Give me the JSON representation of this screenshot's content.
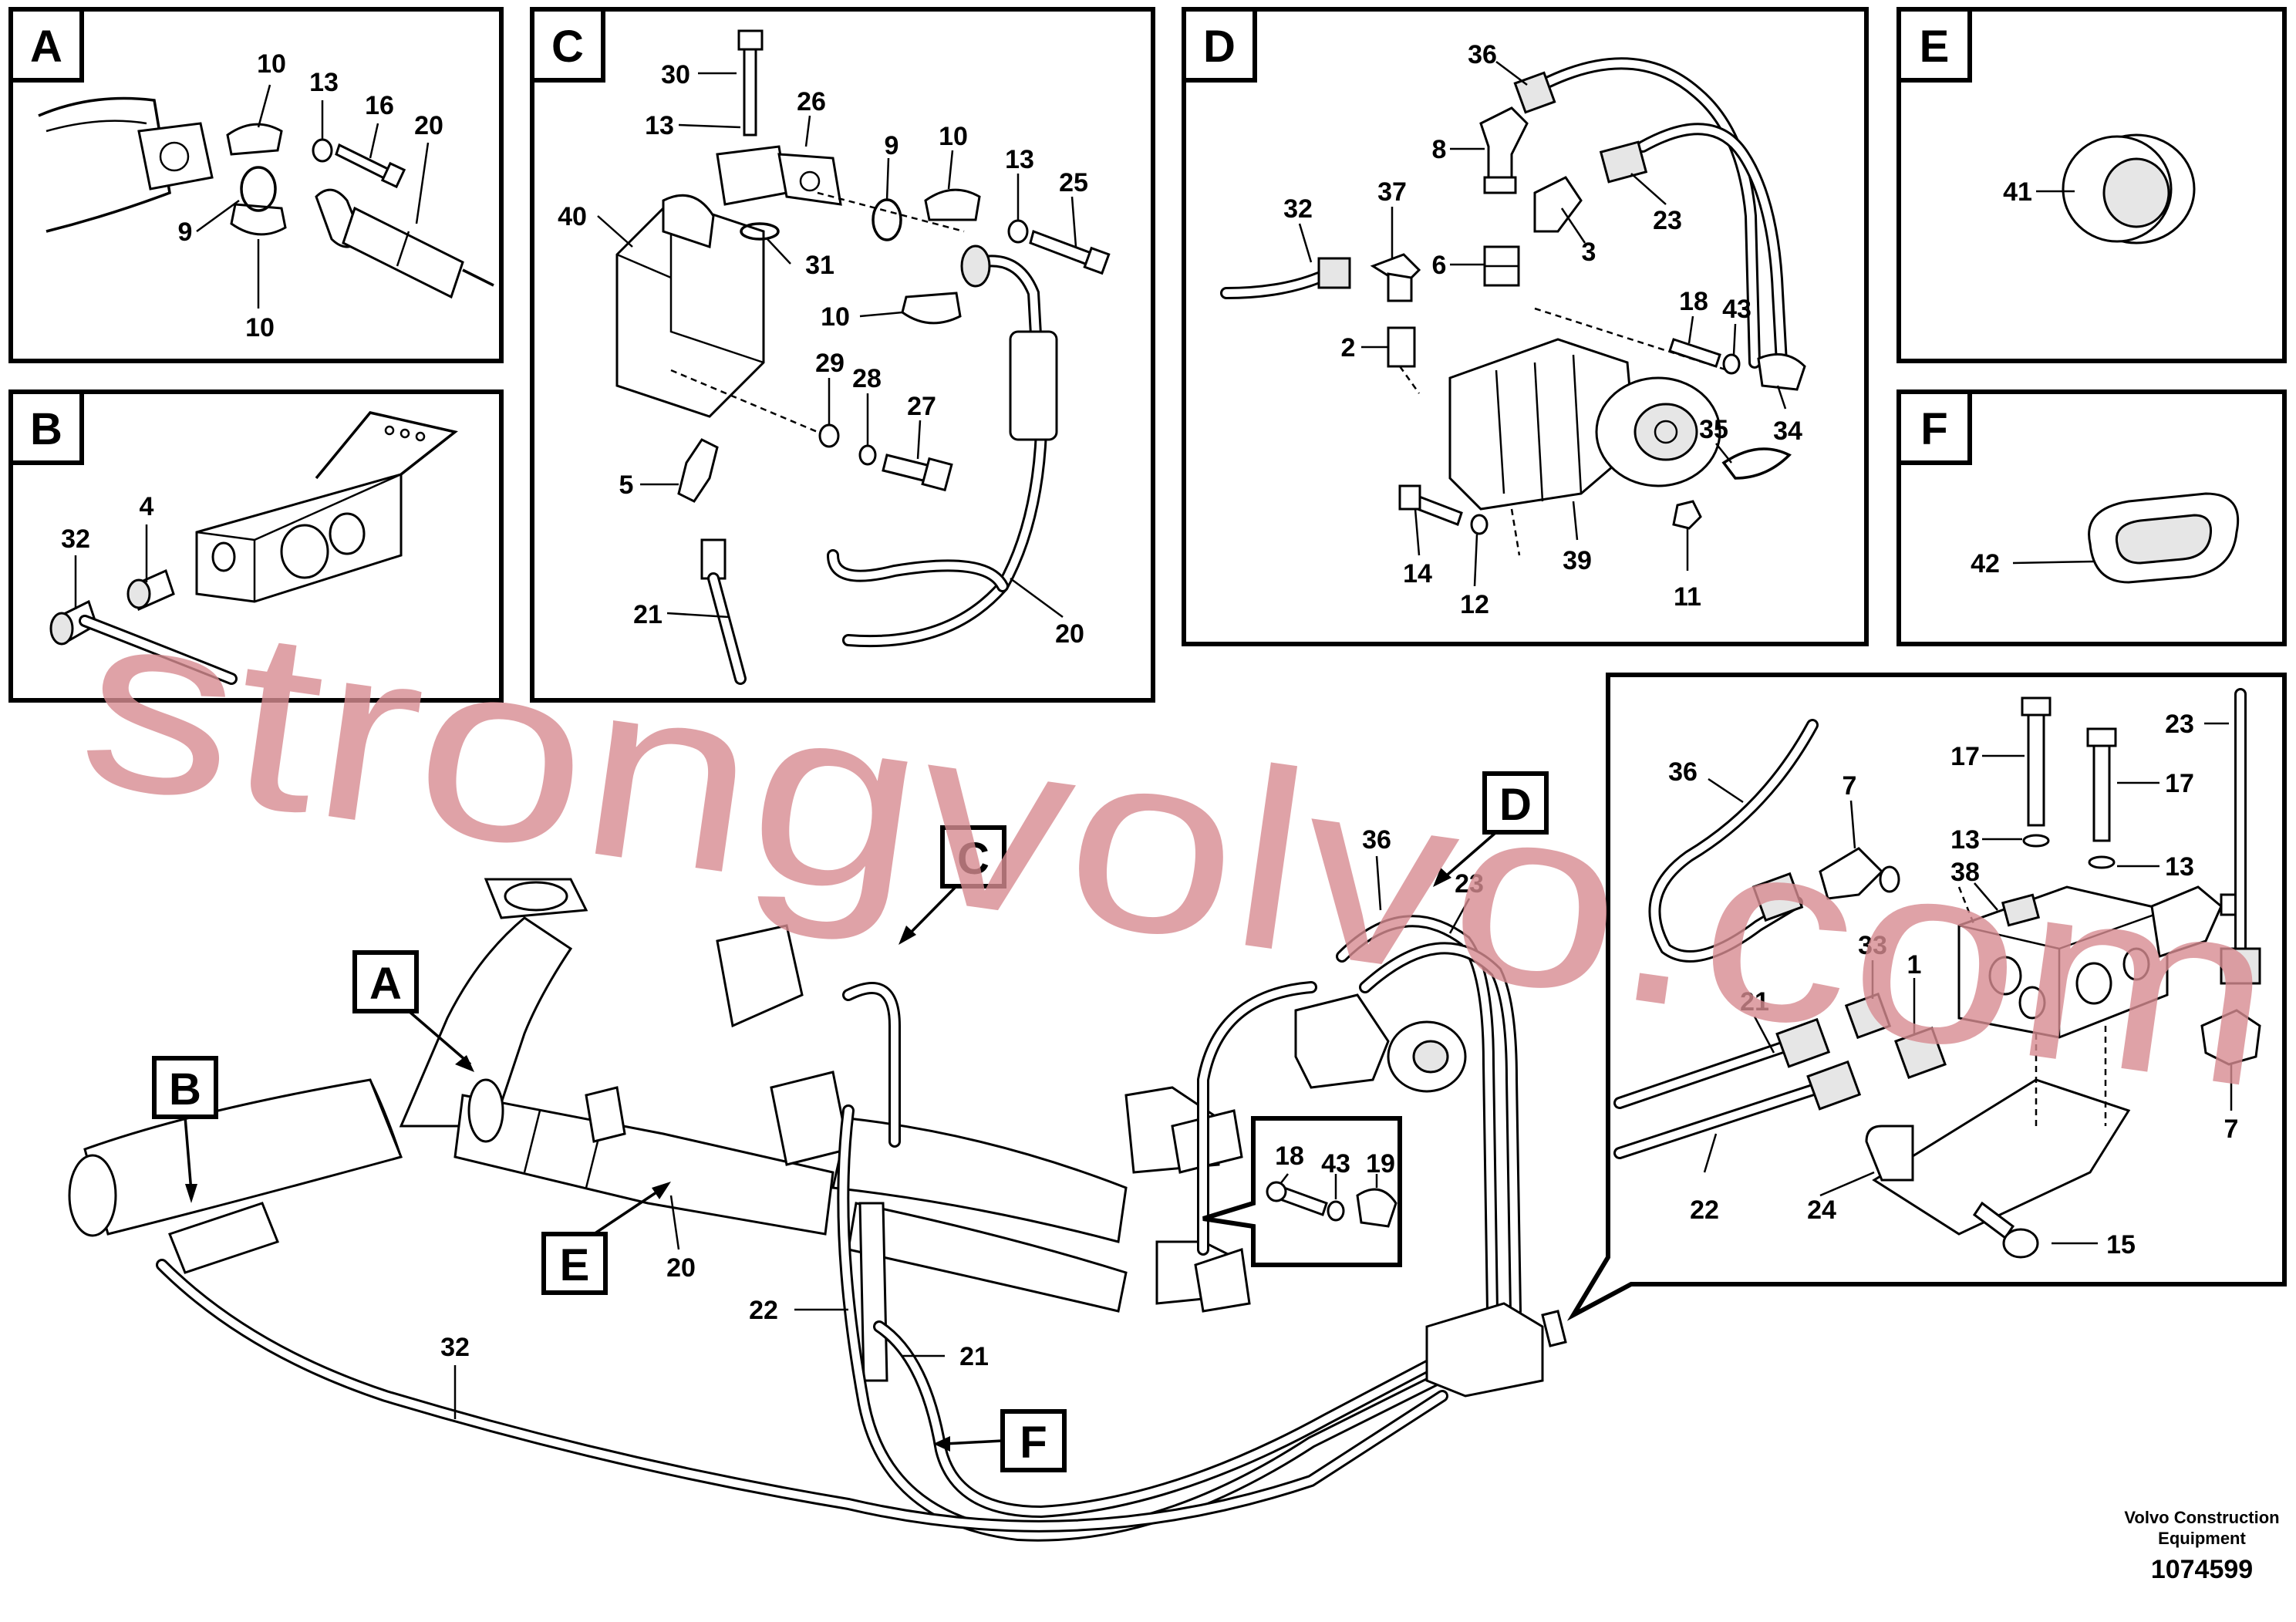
{
  "panels": {
    "A": {
      "tag": "A",
      "labels": {
        "p10a": "10",
        "p13": "13",
        "p16": "16",
        "p20": "20",
        "p9": "9",
        "p10b": "10"
      }
    },
    "B": {
      "tag": "B",
      "labels": {
        "p32": "32",
        "p4": "4"
      }
    },
    "C": {
      "tag": "C",
      "labels": {
        "p30": "30",
        "p13a": "13",
        "p26": "26",
        "p9": "9",
        "p10a": "10",
        "p13b": "13",
        "p25": "25",
        "p40": "40",
        "p31": "31",
        "p10b": "10",
        "p29": "29",
        "p28": "28",
        "p27": "27",
        "p5": "5",
        "p21": "21",
        "p20": "20"
      }
    },
    "D": {
      "tag": "D",
      "labels": {
        "p36": "36",
        "p8": "8",
        "p32": "32",
        "p37": "37",
        "p3": "3",
        "p23": "23",
        "p6": "6",
        "p2": "2",
        "p18": "18",
        "p43": "43",
        "p35": "35",
        "p34": "34",
        "p14": "14",
        "p12": "12",
        "p39": "39",
        "p11": "11"
      }
    },
    "E": {
      "tag": "E",
      "labels": {
        "p41": "41"
      }
    },
    "F": {
      "tag": "F",
      "labels": {
        "p42": "42"
      }
    },
    "detail": {
      "labels": {
        "p36": "36",
        "p7a": "7",
        "p17a": "17",
        "p17b": "17",
        "p23": "23",
        "p13a": "13",
        "p13b": "13",
        "p38": "38",
        "p33": "33",
        "p1": "1",
        "p21": "21",
        "p22": "22",
        "p24": "24",
        "p15": "15",
        "p7b": "7"
      }
    }
  },
  "main": {
    "callouts": {
      "A": "A",
      "B": "B",
      "C": "C",
      "D": "D",
      "E": "E",
      "F": "F"
    },
    "labels": {
      "p36": "36",
      "p23": "23",
      "p20": "20",
      "p22": "22",
      "p21": "21",
      "p32": "32",
      "p18": "18",
      "p43": "43",
      "p19": "19"
    }
  },
  "watermark": "strongvolvo.com",
  "footer": {
    "brand_line1": "Volvo Construction",
    "brand_line2": "Equipment",
    "drawing_number": "1074599"
  }
}
